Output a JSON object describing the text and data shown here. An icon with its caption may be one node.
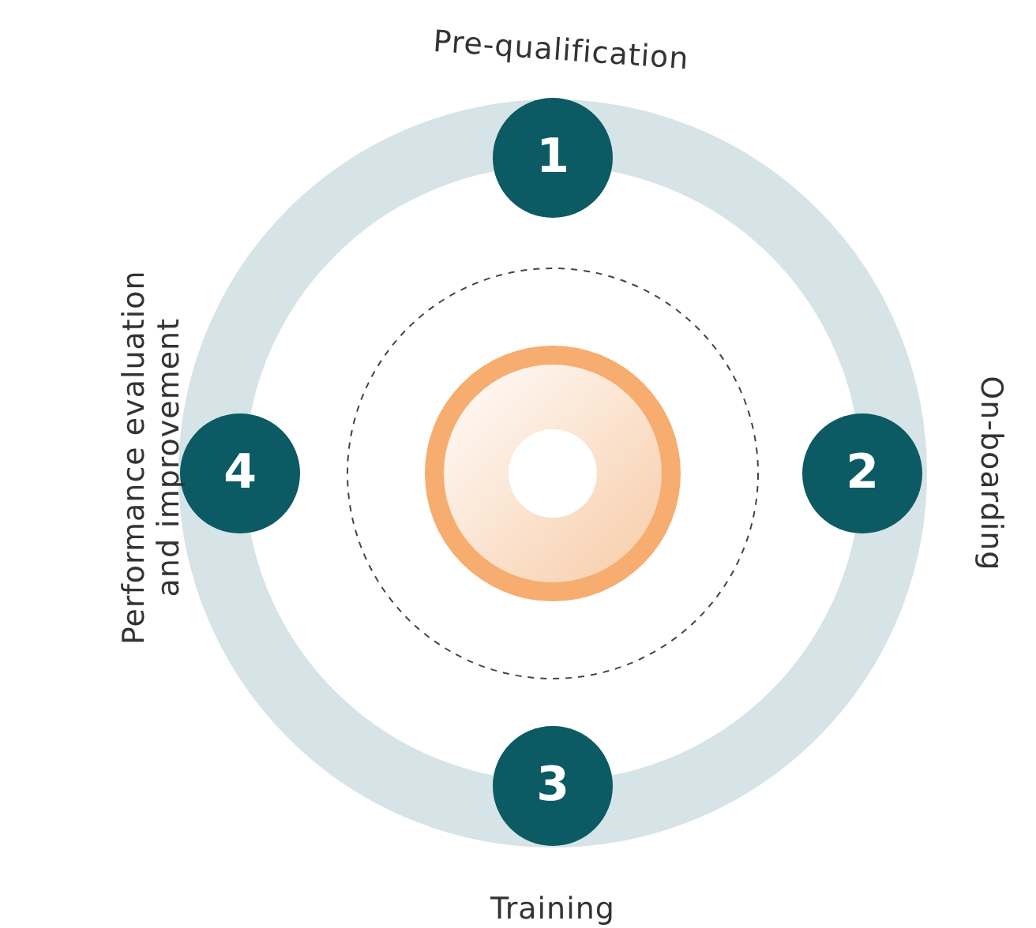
{
  "diagram": {
    "nodes": [
      {
        "text": [
          "1"
        ],
        "beside": [
          "Pre-qualification"
        ]
      },
      {
        "text": [
          "2"
        ],
        "beside": [
          "On-boarding"
        ]
      },
      {
        "text": [
          "3"
        ],
        "beside": [
          "Training"
        ]
      },
      {
        "text": [
          "4"
        ],
        "beside": [
          "Performance evaluation and improvement"
        ]
      }
    ]
  }
}
